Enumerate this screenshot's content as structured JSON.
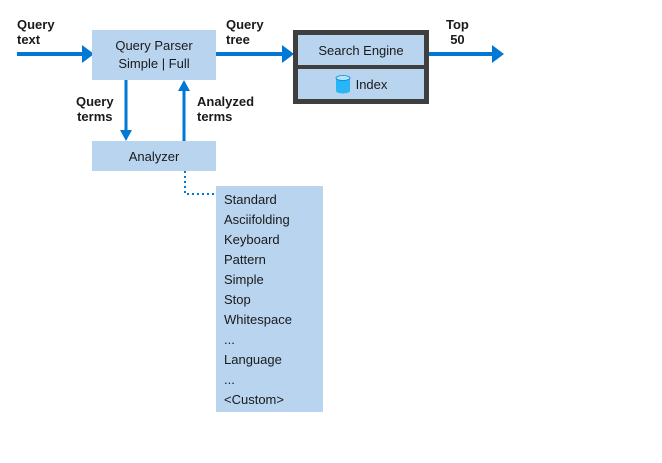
{
  "labels": {
    "query_text": "Query\ntext",
    "query_tree": "Query\ntree",
    "top": "Top\n50",
    "query_terms": "Query\nterms",
    "analyzed_terms": "Analyzed\nterms"
  },
  "boxes": {
    "parser_line1": "Query Parser",
    "parser_line2": "Simple | Full",
    "search_engine": "Search Engine",
    "index": "Index",
    "analyzer": "Analyzer"
  },
  "analyzers": [
    "Standard",
    "Asciifolding",
    "Keyboard",
    "Pattern",
    "Simple",
    "Stop",
    "Whitespace",
    "...",
    "Language",
    "...",
    "<Custom>"
  ],
  "colors": {
    "arrow": "#0078d4",
    "box_fill": "#b8d4ee",
    "engine_border": "#3f3f3f",
    "db_icon": "#29b6f6"
  },
  "icons": {
    "index": "database-icon"
  }
}
